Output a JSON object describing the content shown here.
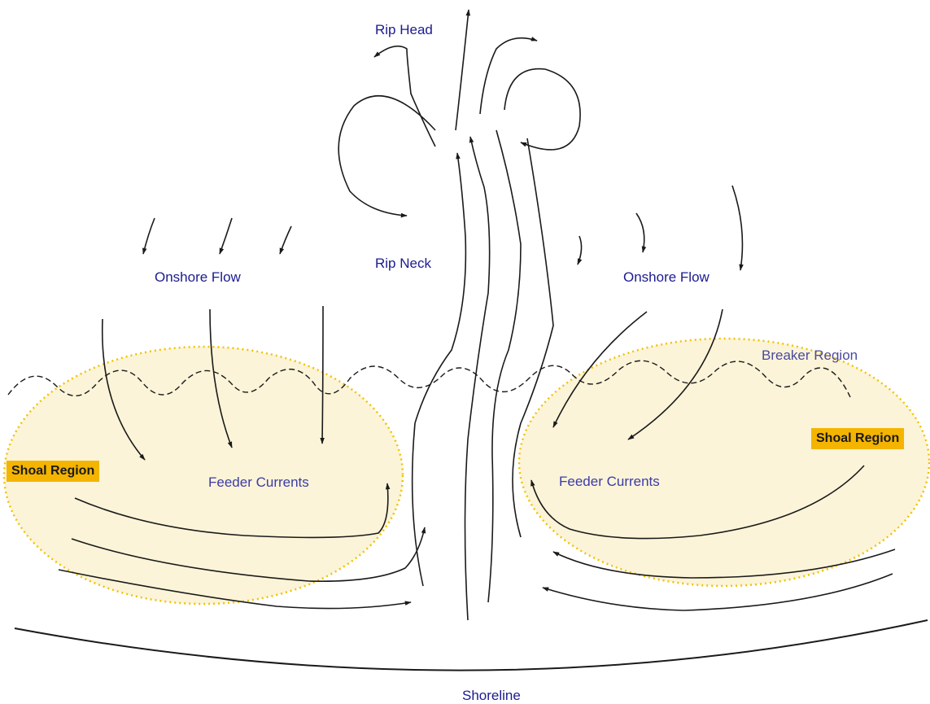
{
  "labels": {
    "rip_head": "Rip Head",
    "rip_neck": "Rip Neck",
    "onshore_flow_left": "Onshore Flow",
    "onshore_flow_right": "Onshore Flow",
    "breaker_region": "Breaker Region",
    "feeder_currents_left": "Feeder Currents",
    "feeder_currents_right": "Feeder Currents",
    "shoal_region_left": "Shoal Region",
    "shoal_region_right": "Shoal Region",
    "shoreline": "Shoreline"
  },
  "colors": {
    "shoal_fill": "#fbf4d8",
    "shoal_outline": "#f2c200",
    "tag_fill": "#f4b400",
    "flow_line": "#1a1a1a",
    "label_text": "#1b1b8f"
  }
}
